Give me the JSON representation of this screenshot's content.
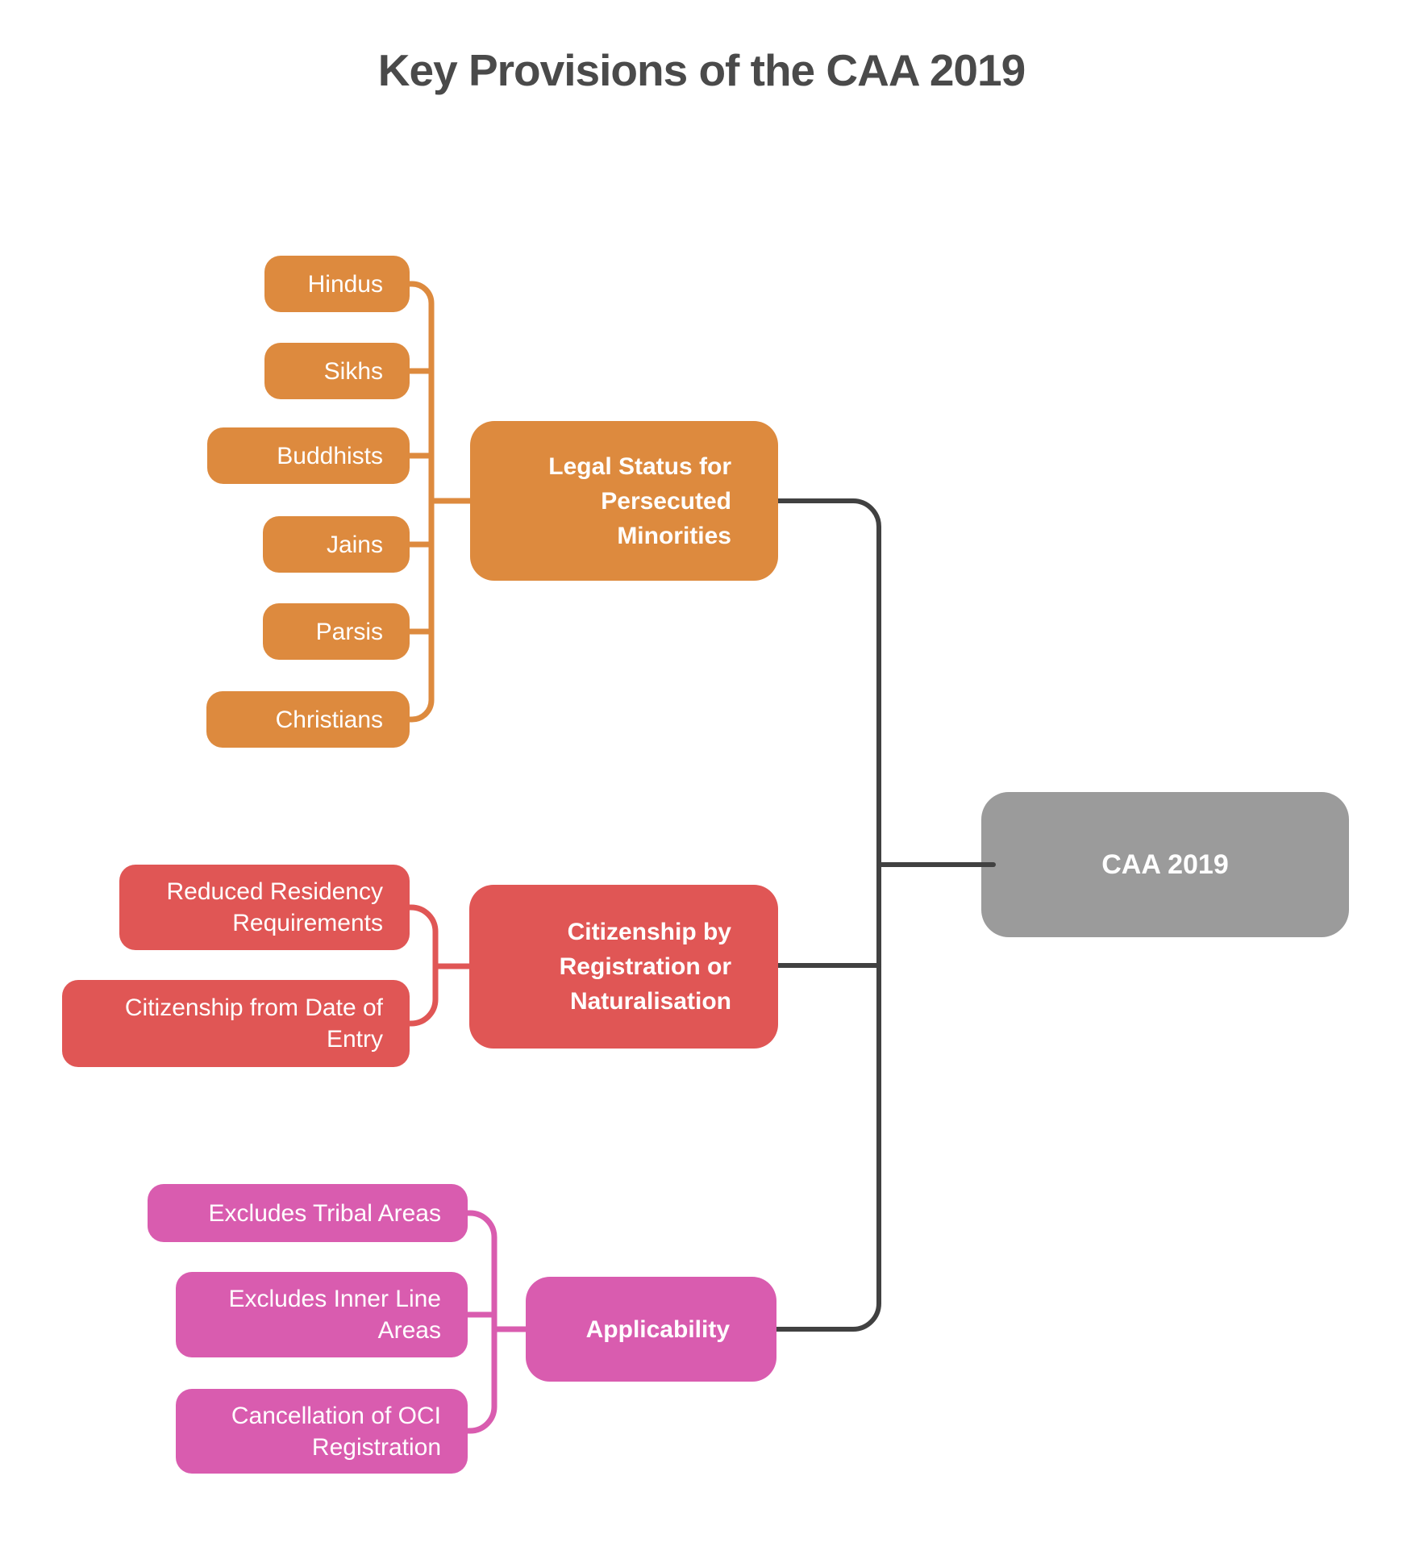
{
  "title": "Key Provisions of the CAA 2019",
  "colors": {
    "orange_branch": "#DD8A3E",
    "red_branch": "#E05655",
    "pink_branch": "#D95CAF",
    "root_gray": "#9B9B9B",
    "connector_dark": "#414141",
    "title_text": "#4A4A4A",
    "node_text": "#FFFFFF",
    "background": "#FFFFFF"
  },
  "root": {
    "label": "CAA 2019"
  },
  "branches": [
    {
      "label": "Legal Status for\nPersecuted\nMinorities",
      "color": "#DD8A3E",
      "children": [
        "Hindus",
        "Sikhs",
        "Buddhists",
        "Jains",
        "Parsis",
        "Christians"
      ]
    },
    {
      "label": "Citizenship by\nRegistration or\nNaturalisation",
      "color": "#E05655",
      "children": [
        "Reduced Residency\nRequirements",
        "Citizenship from Date of\nEntry"
      ]
    },
    {
      "label": "Applicability",
      "color": "#D95CAF",
      "children": [
        "Excludes Tribal Areas",
        "Excludes Inner Line\nAreas",
        "Cancellation of OCI\nRegistration"
      ]
    }
  ]
}
